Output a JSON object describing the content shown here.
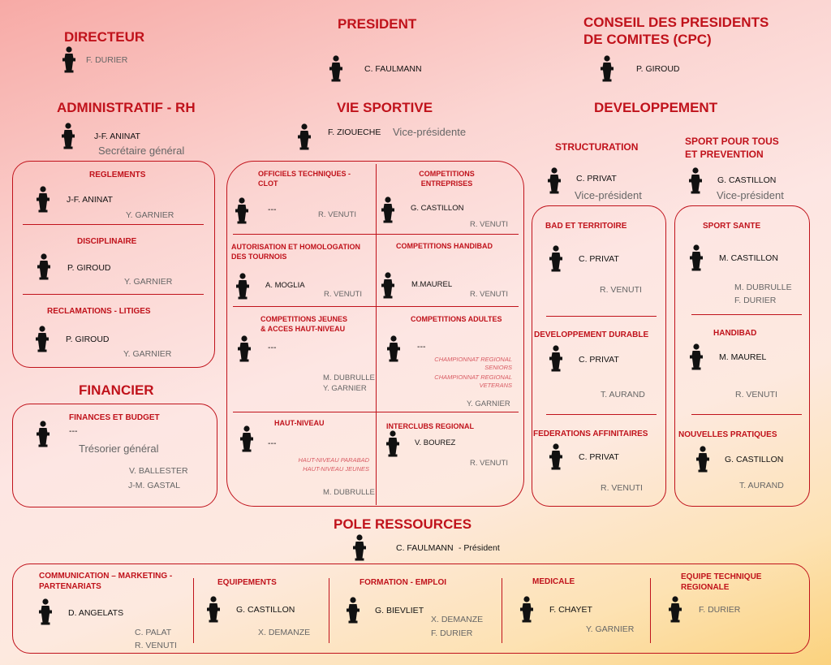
{
  "directeur": {
    "title": "DIRECTEUR",
    "name": "F. DURIER"
  },
  "president": {
    "title": "PRESIDENT",
    "name": "C. FAULMANN"
  },
  "cpc": {
    "title": "CONSEIL DES PRESIDENTS DE COMITES  (CPC)",
    "name": "P. GIROUD"
  },
  "admin": {
    "title": "ADMINISTRATIF - RH",
    "name": "J-F. ANINAT",
    "role": "Secrétaire général",
    "reglements": {
      "title": "REGLEMENTS",
      "name": "J-F. ANINAT",
      "sub": "Y. GARNIER"
    },
    "disciplinaire": {
      "title": "DISCIPLINAIRE",
      "name": "P. GIROUD",
      "sub": "Y. GARNIER"
    },
    "reclamations": {
      "title": "RECLAMATIONS  - LITIGES",
      "name": "P. GIROUD",
      "sub": "Y. GARNIER"
    }
  },
  "financier": {
    "title": "FINANCIER",
    "budget": {
      "title": "FINANCES ET BUDGET",
      "name": "---",
      "role": "Trésorier général",
      "sub1": "V. BALLESTER",
      "sub2": "J-M. GASTAL"
    }
  },
  "vie": {
    "title": "VIE SPORTIVE",
    "name": "F. ZIOUECHE",
    "role": "Vice-présidente",
    "officiels": {
      "title": "OFFICIELS TECHNIQUES - CLOT",
      "name": "---",
      "sub": "R. VENUTI"
    },
    "entreprises": {
      "title": "COMPETITIONS ENTREPRISES",
      "name": "G. CASTILLON",
      "sub": "R. VENUTI"
    },
    "autorisation": {
      "title": "AUTORISATION ET HOMOLOGATION DES TOURNOIS",
      "name": "A. MOGLIA",
      "sub": "R. VENUTI"
    },
    "handibad": {
      "title": "COMPETITIONS HANDIBAD",
      "name": "M.MAUREL",
      "sub": "R. VENUTI"
    },
    "jeunes": {
      "title": "COMPETITIONS JEUNES & ACCES HAUT-NIVEAU",
      "name": "---",
      "sub1": "M. DUBRULLE",
      "sub2": "Y. GARNIER"
    },
    "adultes": {
      "title": "COMPETITIONS ADULTES",
      "name": "---",
      "it1": "CHAMPIONNAT REGIONAL SENIORS",
      "it2": "CHAMPIONNAT REGIONAL VETERANS",
      "sub": "Y. GARNIER"
    },
    "hautniveau": {
      "title": "HAUT-NIVEAU",
      "name": "---",
      "it1": "HAUT-NIVEAU  PARABAD",
      "it2": "HAUT-NIVEAU  JEUNES",
      "sub": "M. DUBRULLE"
    },
    "interclubs": {
      "title": "INTERCLUBS REGIONAL",
      "name": "V. BOUREZ",
      "sub": "R. VENUTI"
    }
  },
  "dev": {
    "title": "DEVELOPPEMENT",
    "structuration": {
      "title": "STRUCTURATION",
      "name": "C. PRIVAT",
      "role": "Vice-président",
      "territoire": {
        "title": "BAD ET TERRITOIRE",
        "name": "C. PRIVAT",
        "sub": "R. VENUTI"
      },
      "durable": {
        "title": "DEVELOPPEMENT DURABLE",
        "name": "C. PRIVAT",
        "sub": "T. AURAND"
      },
      "federations": {
        "title": "FEDERATIONS  AFFINITAIRES",
        "name": "C. PRIVAT",
        "sub": "R. VENUTI"
      }
    },
    "sport": {
      "title": "SPORT POUR TOUS ET PREVENTION",
      "name": "G. CASTILLON",
      "role": "Vice-président",
      "sante": {
        "title": "SPORT  SANTE",
        "name": "M. CASTILLON",
        "sub1": "M. DUBRULLE",
        "sub2": "F. DURIER"
      },
      "handibad": {
        "title": "HANDIBAD",
        "name": "M. MAUREL",
        "sub": "R. VENUTI"
      },
      "nouvelles": {
        "title": "NOUVELLES PRATIQUES",
        "name": "G. CASTILLON",
        "sub": "T. AURAND"
      }
    }
  },
  "pole": {
    "title": "POLE RESSOURCES",
    "name": "C. FAULMANN",
    "role": "- Président",
    "communication": {
      "title": "COMMUNICATION  – MARKETING  - PARTENARIATS",
      "name": "D. ANGELATS",
      "sub1": "C. PALAT",
      "sub2": "R. VENUTI"
    },
    "equipements": {
      "title": "EQUIPEMENTS",
      "name": "G. CASTILLON",
      "sub": "X. DEMANZE"
    },
    "formation": {
      "title": "FORMATION  - EMPLOI",
      "name": "G. BIEVLIET",
      "sub1": "X. DEMANZE",
      "sub2": "F. DURIER"
    },
    "medicale": {
      "title": "MEDICALE",
      "name": "F. CHAYET",
      "sub": "Y. GARNIER"
    },
    "etr": {
      "title": "EQUIPE TECHNIQUE REGIONALE",
      "name": "F. DURIER"
    }
  },
  "colors": {
    "accent": "#c0121b",
    "icon": "#111111"
  }
}
